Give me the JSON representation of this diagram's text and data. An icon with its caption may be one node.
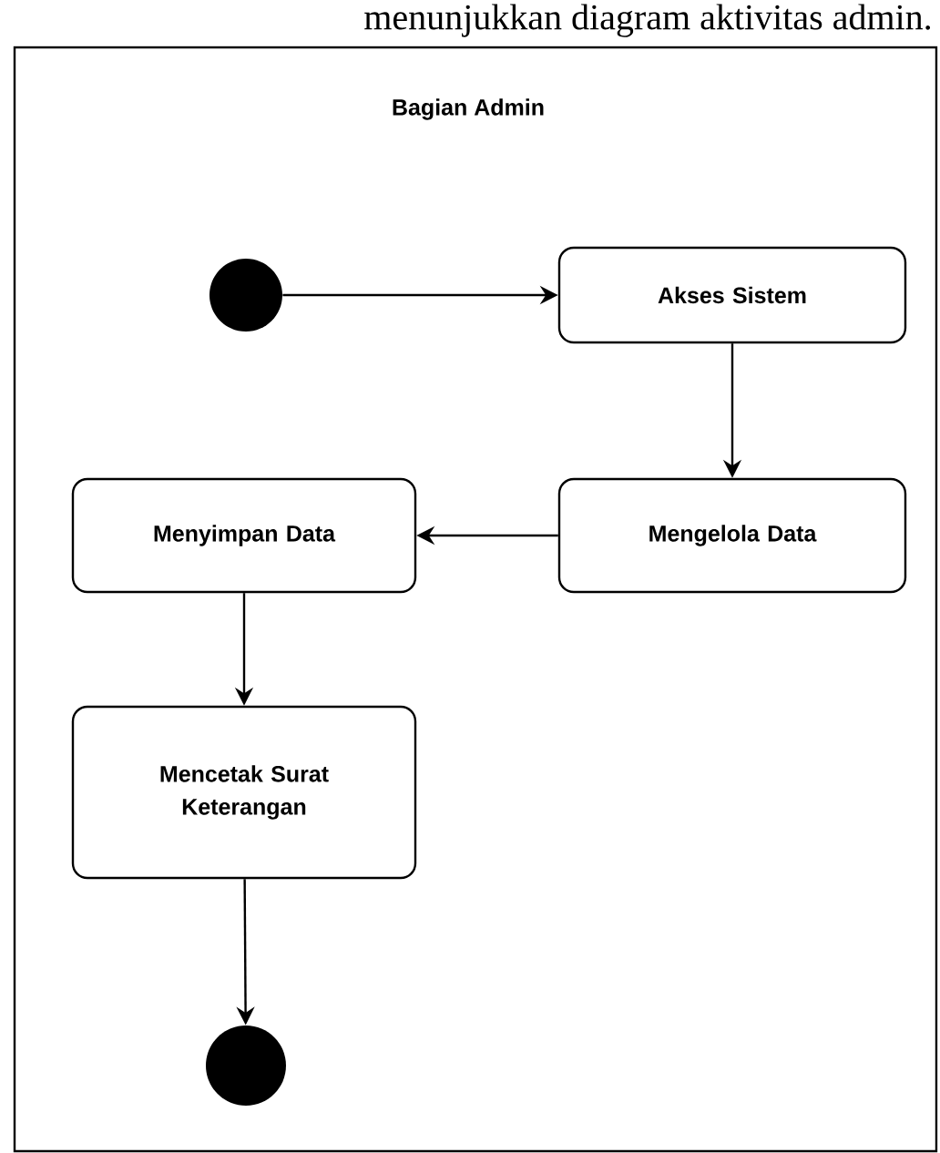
{
  "diagram": {
    "nodes": [
      {
        "text": [
          "Bagian Admin"
        ]
      },
      {
        "text": [],
        "shape": "circle",
        "in": 0
      },
      {
        "text": [
          "Akses Sistem"
        ],
        "in": 0
      },
      {
        "text": [
          "Mengelola Data"
        ],
        "in": 0
      },
      {
        "text": [
          "Menyimpan Data"
        ],
        "in": 0
      },
      {
        "text": [
          "Mencetak Surat Keterangan"
        ],
        "in": 0
      },
      {
        "text": [],
        "shape": "circle",
        "in": 0
      }
    ],
    "edges": [
      {
        "from": 1,
        "to": 2,
        "arrow": "to"
      },
      {
        "from": 2,
        "to": 3,
        "arrow": "to"
      },
      {
        "from": 3,
        "to": 4,
        "arrow": "to"
      },
      {
        "from": 4,
        "to": 5,
        "arrow": "to"
      },
      {
        "from": 5,
        "to": 6,
        "arrow": "to"
      }
    ],
    "labels": [
      "menunjukkan diagram aktivitas admin."
    ]
  }
}
